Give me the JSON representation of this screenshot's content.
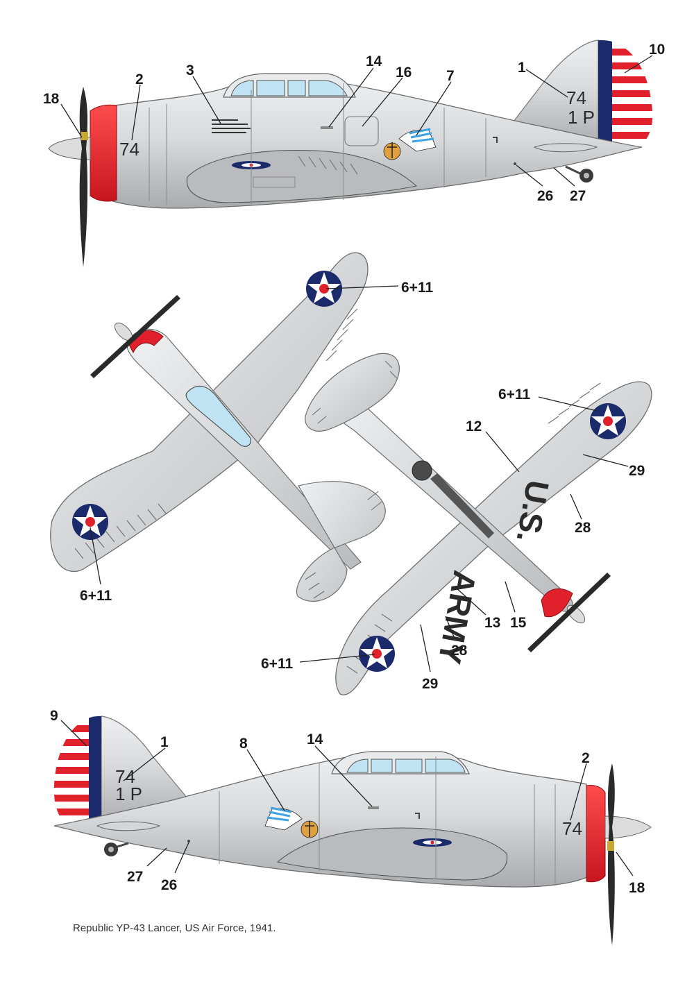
{
  "caption": "Republic YP-43 Lancer, US Air Force, 1941.",
  "colors": {
    "aluminium": "#c9cbcd",
    "aluminium_light": "#e6e7e8",
    "cowl_red": "#e0202a",
    "insignia_blue": "#1a2a6b",
    "canopy": "#bfe3f2",
    "prop": "#2a2a2a"
  },
  "markings": {
    "fuselage_code_top": "74",
    "fin_code_top": "74",
    "fin_code2_top": "1 P",
    "fuselage_code_bottom": "74",
    "fin_code_bottom": "74",
    "fin_code2_bottom": "1 P",
    "wing_us": "U.S.",
    "wing_army": "ARMY"
  },
  "callouts": {
    "top_view": {
      "c1": "1",
      "c2": "2",
      "c3": "3",
      "c7": "7",
      "c10": "10",
      "c14": "14",
      "c16": "16",
      "c18": "18",
      "c26": "26",
      "c27": "27"
    },
    "plan_view": {
      "c6a": "6+11",
      "c6b": "6+11"
    },
    "under_view": {
      "c6c": "6+11",
      "c6d": "6+11",
      "c12": "12",
      "c13": "13",
      "c15": "15",
      "c28a": "28",
      "c28b": "28",
      "c29a": "29",
      "c29b": "29"
    },
    "side_view": {
      "c1": "1",
      "c2": "2",
      "c8": "8",
      "c9": "9",
      "c14": "14",
      "c18": "18",
      "c26": "26",
      "c27": "27"
    }
  }
}
